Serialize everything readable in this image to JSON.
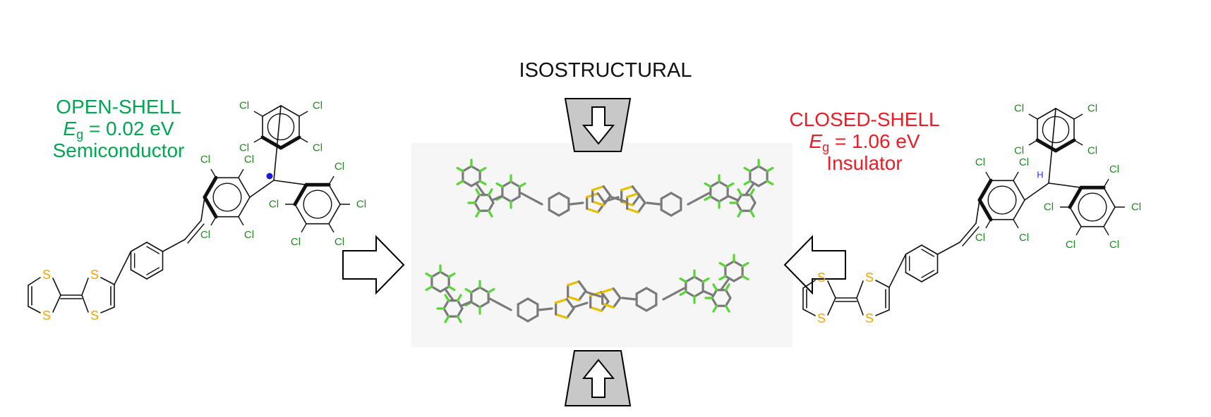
{
  "title": "ISOSTRUCTURAL",
  "left_label": {
    "line1": "OPEN-SHELL",
    "energy_symbol": "E",
    "energy_subscript": "g",
    "energy_value": " = 0.02 eV",
    "line3": "Semiconductor"
  },
  "right_label": {
    "line1": "CLOSED-SHELL",
    "energy_symbol": "E",
    "energy_subscript": "g",
    "energy_value": " = 1.06 eV",
    "line3": "Insulator"
  },
  "atom_labels": {
    "chlorine": "Cl",
    "sulfur": "S",
    "hydrogen": "H"
  },
  "colors": {
    "open_shell": "#00a651",
    "closed_shell": "#ed1c24",
    "chlorine": "#1a8a1a",
    "sulfur": "#f5a300",
    "radical_dot": "#1a1ad6",
    "hydrogen": "#2b2bd6",
    "crystal_bond": "#7a7a7a",
    "crystal_cl": "#55d633",
    "crystal_s": "#e8c000",
    "arrow_fill_gray": "#c8c8c8"
  }
}
